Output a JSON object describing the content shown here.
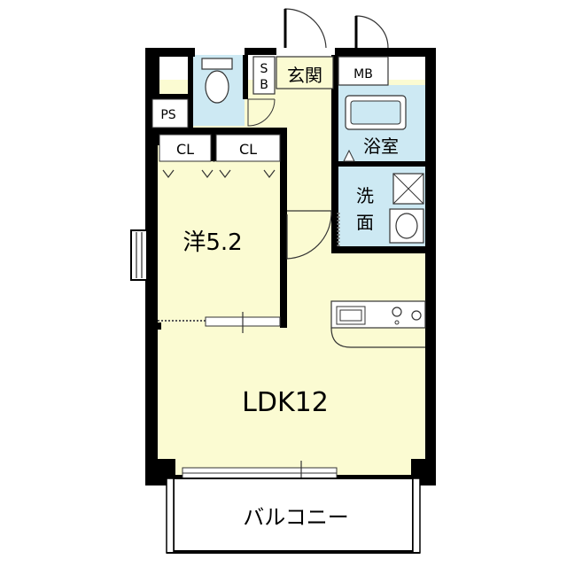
{
  "rooms": {
    "ldk": "LDK12",
    "western_room": "洋5.2",
    "balcony": "バルコニー",
    "entrance": "玄関",
    "bathroom": "浴室",
    "washroom_line1": "洗",
    "washroom_line2": "面",
    "closet_left": "CL",
    "closet_right": "CL",
    "pipe_space": "PS",
    "shoe_box_s": "S",
    "shoe_box_b": "B",
    "meter_box": "MB"
  },
  "colors": {
    "wall": "#000000",
    "ldk_floor": "#fbfbd2",
    "wet_area": "#cde9f3",
    "outline": "#333333"
  }
}
